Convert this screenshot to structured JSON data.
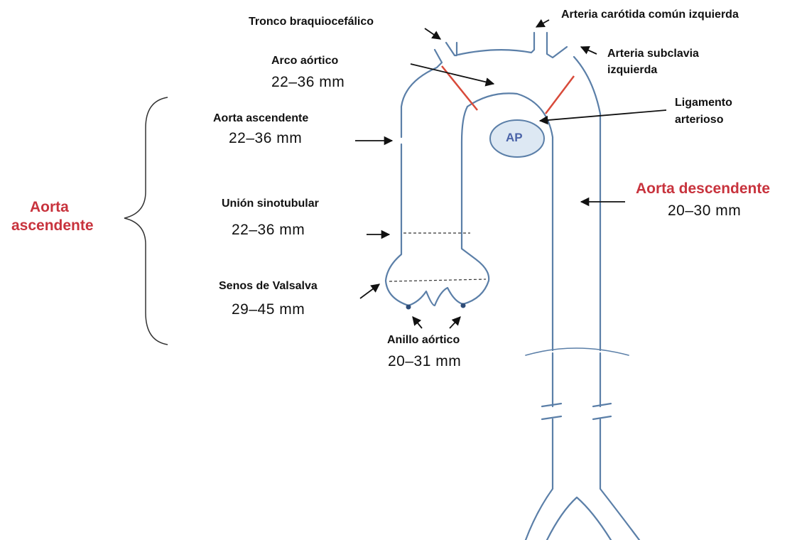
{
  "labels": {
    "tronco": "Tronco braquiocefálico",
    "carotida": "Arteria carótida común izquierda",
    "subclavia_1": "Arteria subclavia",
    "subclavia_2": "izquierda",
    "arco": "Arco aórtico",
    "arco_mm": "22–36 mm",
    "ligamento_1": "Ligamento",
    "ligamento_2": "arterioso",
    "aorta_asc": "Aorta ascendente",
    "aorta_asc_mm": "22–36 mm",
    "ap": "AP",
    "union": "Unión sinotubular",
    "union_mm": "22–36 mm",
    "senos": "Senos de Valsalva",
    "senos_mm": "29–45 mm",
    "anillo": "Anillo aórtico",
    "anillo_mm": "20–31 mm",
    "aorta_desc": "Aorta descendente",
    "aorta_desc_mm": "20–30 mm",
    "bracket_1": "Aorta",
    "bracket_2": "ascendente"
  },
  "colors": {
    "vessel": "#5b7fa8",
    "red_marker": "#d84a3a",
    "red_text": "#c8333d",
    "ap_fill": "#dde8f3",
    "ap_text": "#4a63a8"
  }
}
